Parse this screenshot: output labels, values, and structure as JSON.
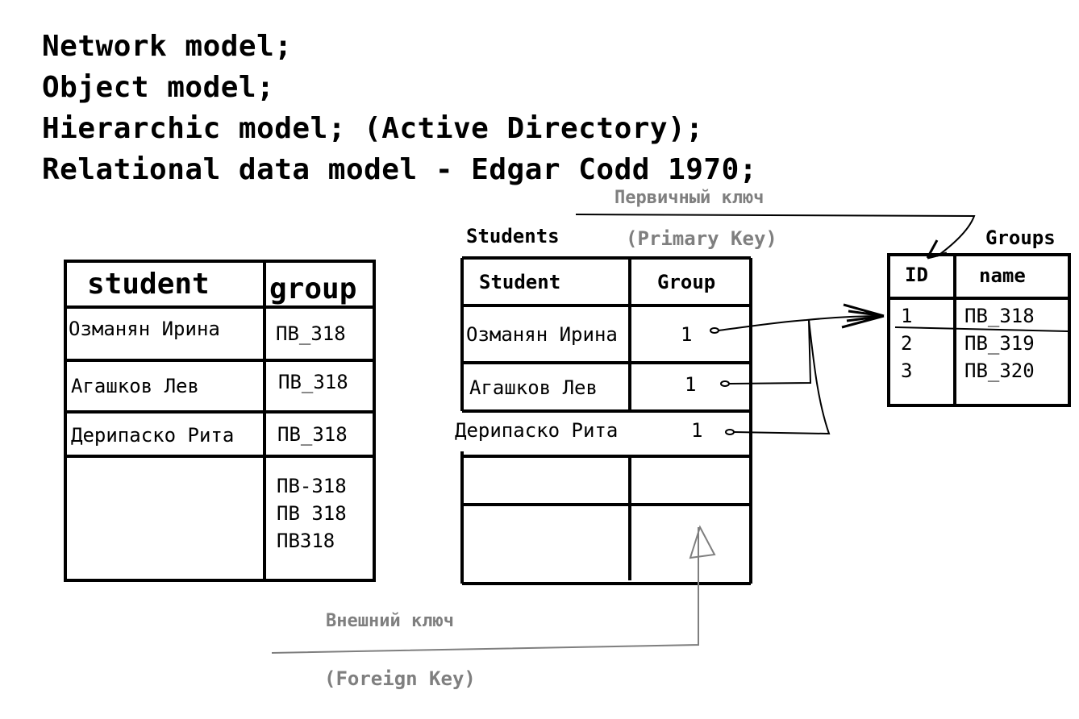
{
  "heading": {
    "lines": [
      "Network model;",
      "Object model;",
      "Hierarchic model; (Active Directory);",
      "Relational data model - Edgar Codd 1970;"
    ]
  },
  "left_table": {
    "headers": [
      "student",
      "group"
    ],
    "rows": [
      {
        "student": "Озманян Ирина",
        "group": "ПВ_318"
      },
      {
        "student": "Агашков Лев",
        "group": "ПВ_318"
      },
      {
        "student": "Дерипаско Рита",
        "group": "ПВ_318"
      }
    ],
    "variants": [
      "ПВ-318",
      "ПВ 318",
      "ПВ318"
    ]
  },
  "students_table": {
    "title": "Students",
    "headers": [
      "Student",
      "Group"
    ],
    "rows": [
      {
        "student": "Озманян Ирина",
        "group": "1"
      },
      {
        "student": "Агашков Лев",
        "group": "1"
      },
      {
        "student": "Дерипаско Рита",
        "group": "1"
      }
    ]
  },
  "groups_table": {
    "title": "Groups",
    "headers": [
      "ID",
      "name"
    ],
    "rows": [
      {
        "id": "1",
        "name": "ПВ_318"
      },
      {
        "id": "2",
        "name": "ПВ_319"
      },
      {
        "id": "3",
        "name": "ПВ_320"
      }
    ]
  },
  "primary_key": {
    "ru": "Первичный ключ",
    "en": "(Primary Key)"
  },
  "foreign_key": {
    "ru": "Внешний ключ",
    "en": "(Foreign Key)"
  },
  "colors": {
    "ink": "#000000",
    "annotation": "#7f7f7f"
  }
}
